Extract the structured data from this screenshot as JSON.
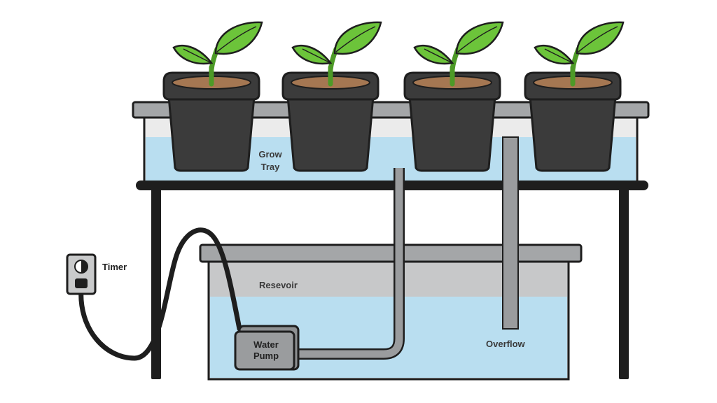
{
  "labels": {
    "grow_tray_line1": "Grow",
    "grow_tray_line2": "Tray",
    "reservoir": "Resevoir",
    "water_pump_line1": "Water",
    "water_pump_line2": "Pump",
    "overflow": "Overflow",
    "timer": "Timer"
  },
  "plants": [
    {
      "id": "plant-1"
    },
    {
      "id": "plant-2"
    },
    {
      "id": "plant-3"
    },
    {
      "id": "plant-4"
    }
  ],
  "colors": {
    "water": "#b9def0",
    "frame": "#1e1e1e",
    "tray_rim": "#a4a6a8",
    "pipe": "#9a9c9e",
    "pot": "#3b3b3b",
    "soil": "#a57752",
    "leaf": "#6cc43a",
    "leaf_dark": "#4d9a27"
  }
}
